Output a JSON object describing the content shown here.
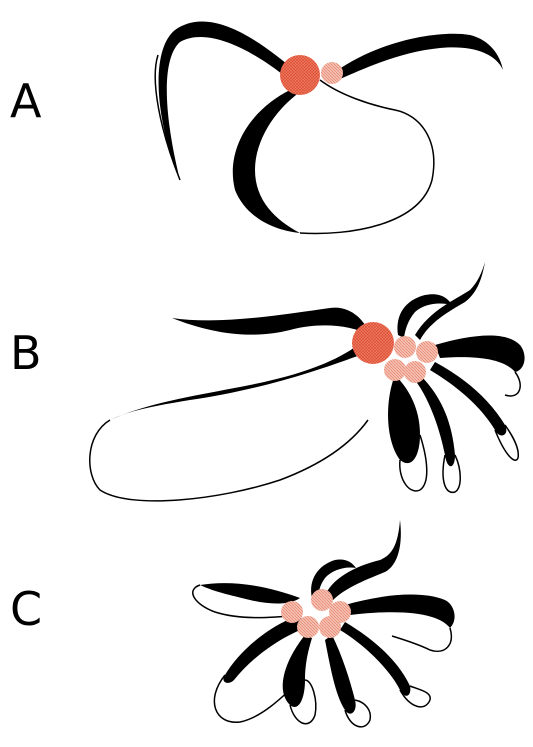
{
  "panels": [
    {
      "label": "A"
    },
    {
      "label": "B"
    },
    {
      "label": "C"
    }
  ],
  "colors": {
    "ribbon": "#000000",
    "outline": "#000000",
    "node_fill": "#f07a60",
    "node_fill_light": "#f5b8a8",
    "node_hatch": "#e05a40",
    "background": "#ffffff"
  }
}
